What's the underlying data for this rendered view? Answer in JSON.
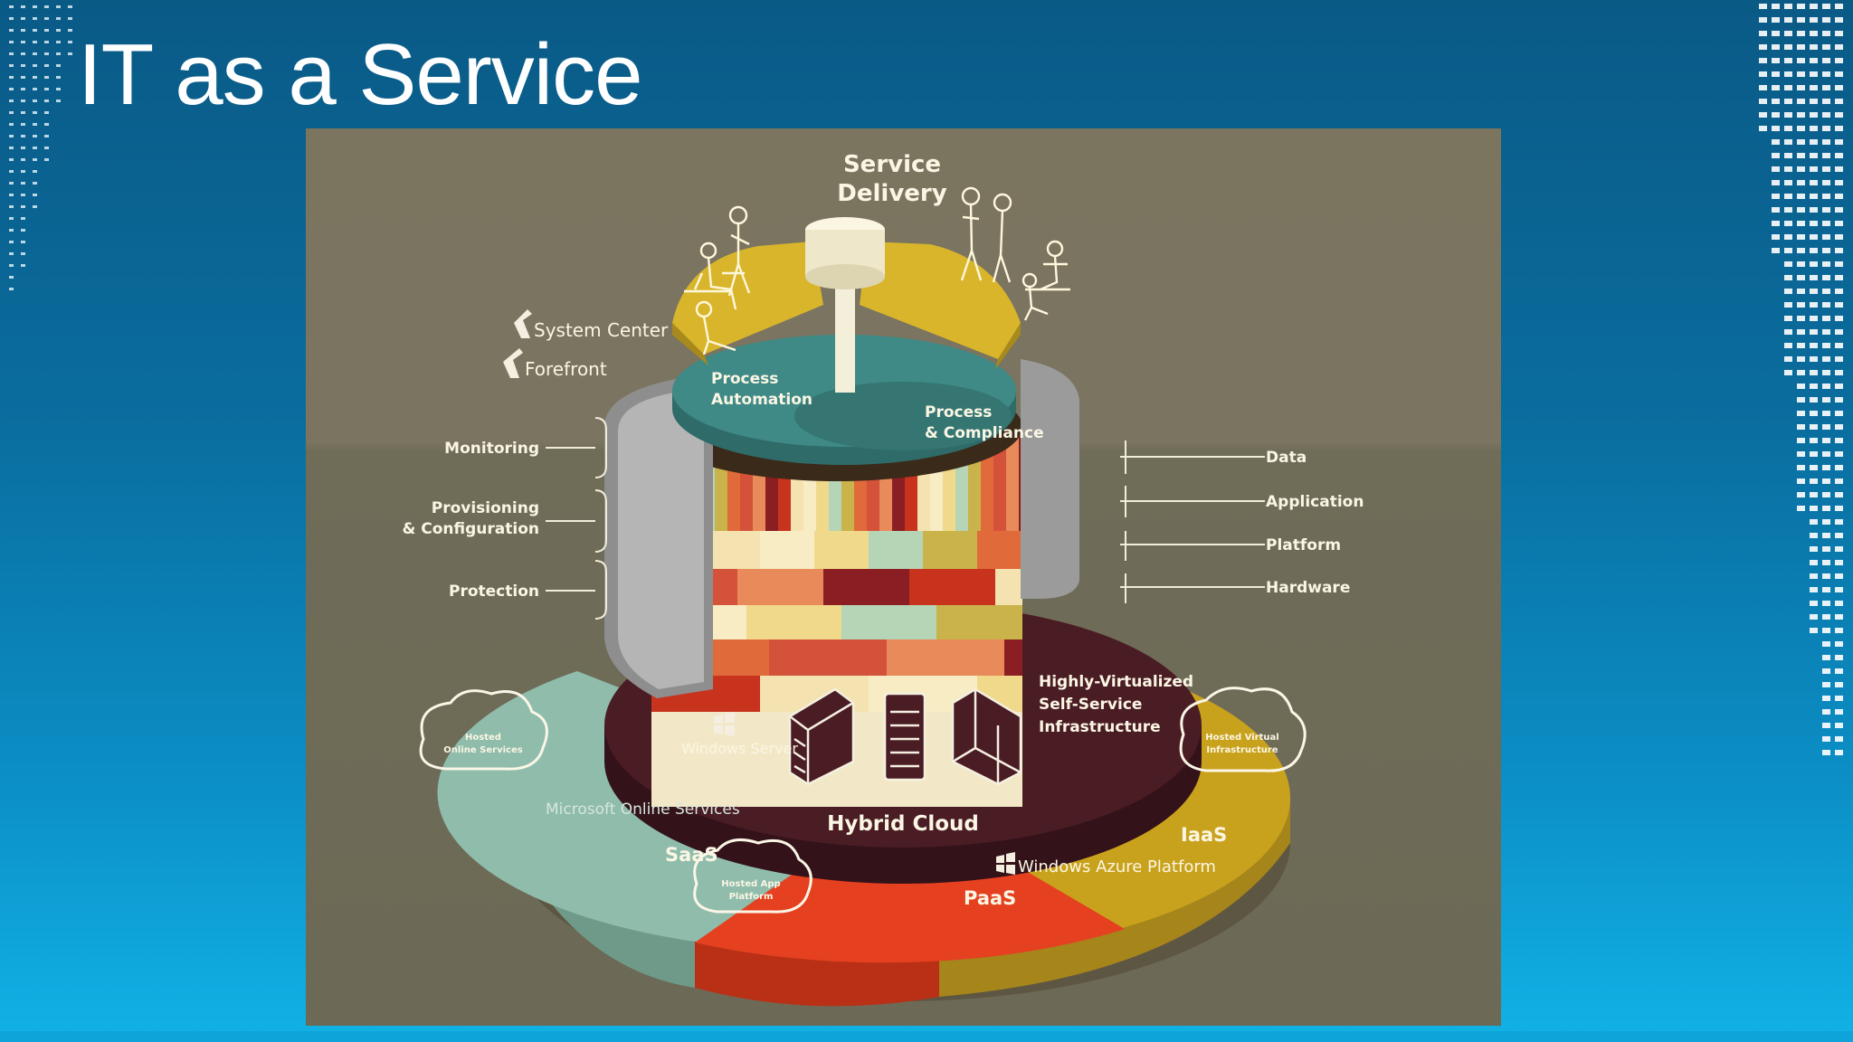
{
  "slide": {
    "title": "IT as a Service"
  },
  "diagram": {
    "top": {
      "label_line1": "Service",
      "label_line2": "Delivery"
    },
    "brands": {
      "system_center": "System Center",
      "forefront": "Forefront",
      "windows_server": "Windows Server",
      "azure": "Windows Azure Platform",
      "microsoft_online": "Microsoft Online Services"
    },
    "process": {
      "automation": [
        "Process",
        "Automation"
      ],
      "compliance": [
        "Process",
        "& Compliance"
      ]
    },
    "left_labels": {
      "monitoring": "Monitoring",
      "provisioning": [
        "Provisioning",
        "& Configuration"
      ],
      "protection": "Protection"
    },
    "right_labels": [
      "Data",
      "Application",
      "Platform",
      "Hardware"
    ],
    "infrastructure": [
      "Highly-Virtualized",
      "Self-Service",
      "Infrastructure"
    ],
    "cloud_services": {
      "hosted_online": [
        "Hosted",
        "Online Services"
      ],
      "hosted_virtual": [
        "Hosted Virtual",
        "Infrastructure"
      ],
      "hosted_app": [
        "Hosted App",
        "Platform"
      ]
    },
    "base": {
      "hybrid": "Hybrid Cloud",
      "saas": "SaaS",
      "paas": "PaaS",
      "iaas": "IaaS"
    },
    "colors": {
      "saas": "#8fbcab",
      "paas": "#e5401f",
      "iaas": "#c9a21d",
      "hybrid": "#4a1c24",
      "top_ring": "#d8b52a",
      "process": "#3f8a86",
      "panel": "#77725e"
    }
  }
}
